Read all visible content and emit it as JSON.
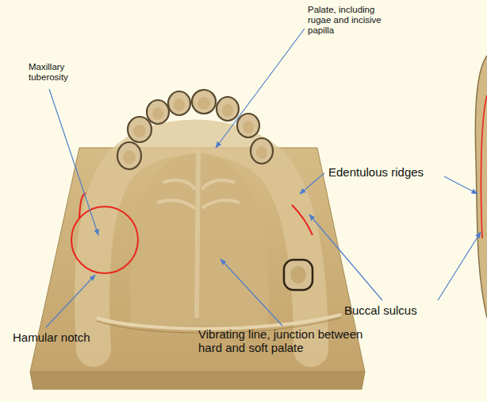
{
  "diagram": {
    "labels": [
      "Palate, including rugae and incisive papilla",
      "Maxillary tuberosity",
      "Edentulous ridges",
      "Buccal sulcus",
      "Hamular notch",
      "Vibrating line, junction between hard and soft palate"
    ]
  }
}
